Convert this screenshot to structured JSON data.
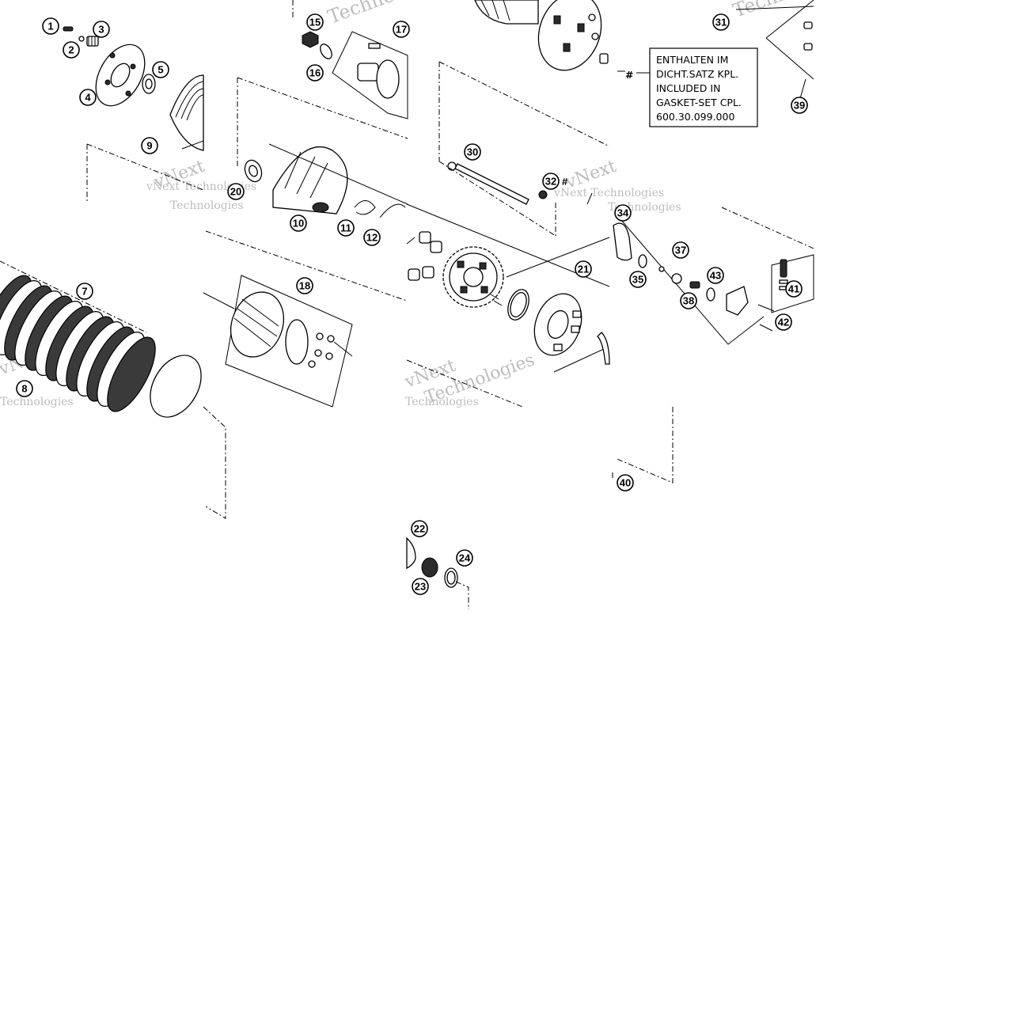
{
  "watermark": {
    "word_1": "vNext",
    "word_2": "Technologies",
    "full": "vNext Technologies",
    "color": "#bdbdbd"
  },
  "gasket_note": {
    "marker": "#",
    "lines": [
      "ENTHALTEN IM",
      "DICHT.SATZ KPL.",
      "INCLUDED IN",
      "GASKET-SET CPL.",
      "600.30.099.000"
    ]
  },
  "hash_marker": "#",
  "callouts": [
    "1",
    "2",
    "3",
    "4",
    "5",
    "7",
    "8",
    "9",
    "10",
    "11",
    "12",
    "15",
    "16",
    "17",
    "18",
    "20",
    "21",
    "22",
    "23",
    "24",
    "30",
    "31",
    "32",
    "34",
    "35",
    "37",
    "38",
    "39",
    "40",
    "41",
    "42",
    "43"
  ],
  "colors": {
    "line": "#000000",
    "background": "#ffffff"
  }
}
